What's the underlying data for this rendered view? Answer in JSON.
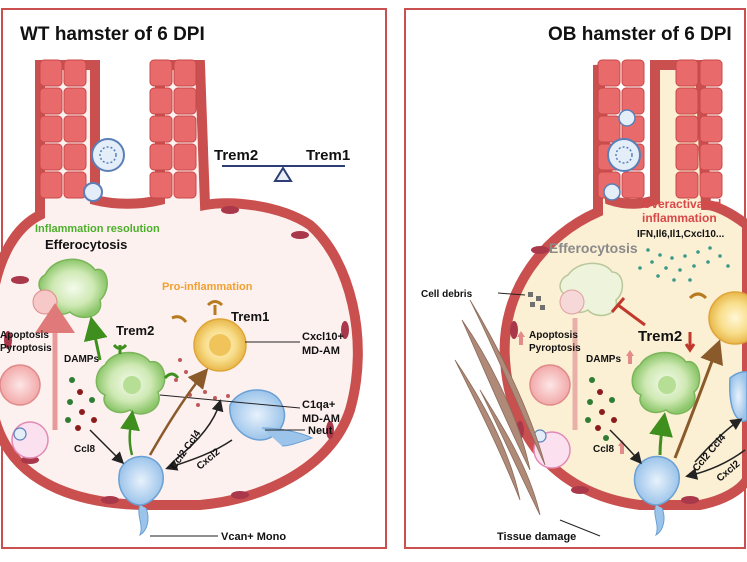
{
  "left_panel": {
    "title": "WT hamster of 6 DPI",
    "balance_left": "Trem2",
    "balance_right": "Trem1",
    "inflammation_resolution": "Inflammation resolution",
    "efferocytosis": "Efferocytosis",
    "pro_inflammation": "Pro-inflammation",
    "trem1": "Trem1",
    "trem2": "Trem2",
    "apoptosis": "Apoptosis",
    "pyroptosis": "Pyroptosis",
    "damps": "DAMPs",
    "ccl8": "Ccl8",
    "ccl2_ccl4": "Ccl2 Ccl4",
    "cxcl2": "Cxcl2",
    "cxcl10_line1": "Cxcl10+",
    "cxcl10_line2": "MD-AM",
    "c1qa_line1": "C1qa+",
    "c1qa_line2": "MD-AM",
    "neut": "Neut",
    "vcan_mono": "Vcan+ Mono"
  },
  "right_panel": {
    "title": "OB hamster of 6 DPI",
    "overactivated_line1": "Overactivated",
    "overactivated_line2": "inflammation",
    "cytokines": "IFN,Il6,Il1,Cxcl10...",
    "efferocytosis": "Efferocytosis",
    "cell_debris": "Cell debris",
    "apoptosis": "Apoptosis",
    "pyroptosis": "Pyroptosis",
    "damps": "DAMPs",
    "trem2": "Trem2",
    "ccl8": "Ccl8",
    "ccl2_ccl4": "Ccl2 Ccl4",
    "cxcl2": "Cxcl2",
    "tissue_damage": "Tissue damage"
  },
  "colors": {
    "panel_border": "#c9504f",
    "airway": "#e86a6a",
    "alveolus_fill_left": "#fdf1f0",
    "alveolus_fill_right": "#fbefd4",
    "green": "#4caf2a",
    "orange": "#f0a030",
    "red_inhibit": "#c0392b"
  }
}
